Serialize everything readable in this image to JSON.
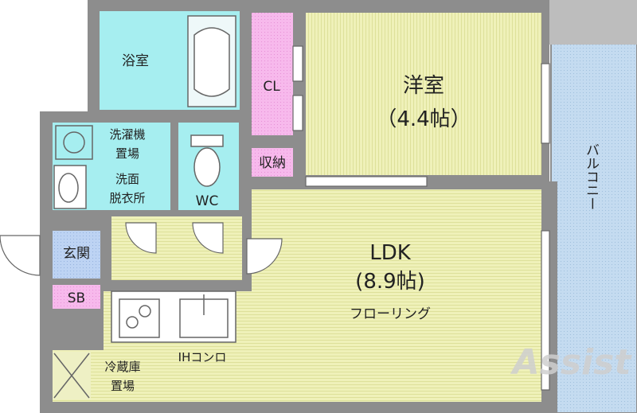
{
  "rooms": {
    "bath": "浴室",
    "closet": "CL",
    "western_name": "洋室",
    "western_size": "（4.4帖）",
    "washer_line1": "洗濯機",
    "washer_line2": "置場",
    "wash_line1": "洗面",
    "wash_line2": "脱衣所",
    "storage": "収納",
    "toilet": "WC",
    "entrance": "玄関",
    "shoebox": "SB",
    "ldk_name": "LDK",
    "ldk_size": "(8.9帖)",
    "ldk_floor": "フローリング",
    "stove": "IHコンロ",
    "fridge_line1": "冷蔵庫",
    "fridge_line2": "置場",
    "balcony": "バルコニー"
  },
  "watermark": "Assist",
  "colors": {
    "bath": "#a6eef0",
    "closet": "#f7b7ec",
    "shoebox": "#f7b7ec",
    "entrance": "#bcd3f3",
    "floor": "#eef0b6",
    "balcony": "#c7ddf1",
    "wall": "#8d8d8d"
  }
}
